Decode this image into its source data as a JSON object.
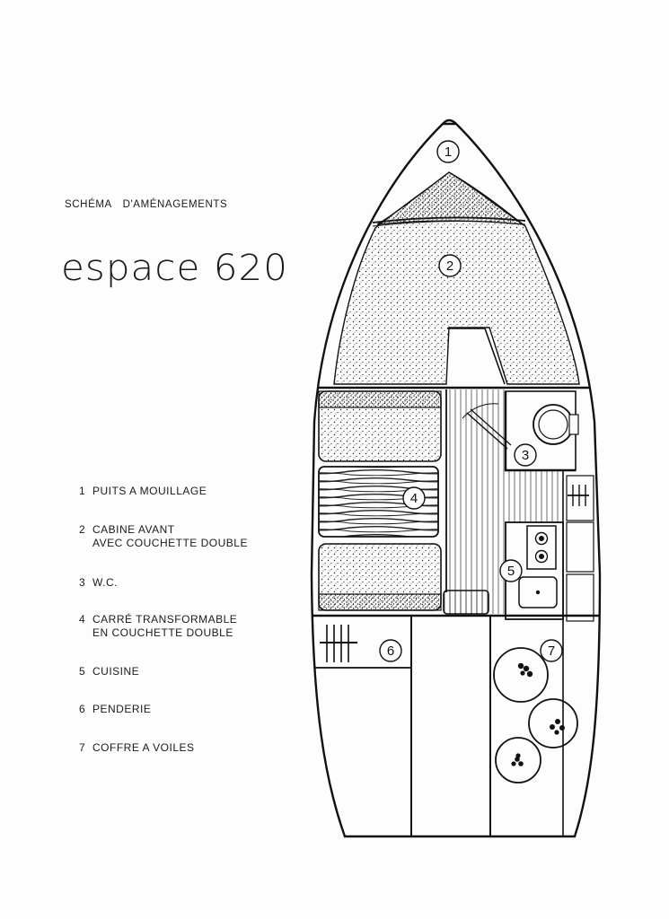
{
  "heading": {
    "word1": "SCHÉMA",
    "word2": "D'AMÉNAGEMENTS"
  },
  "brand": {
    "title": "espace 620"
  },
  "legend": [
    {
      "num": "1",
      "line1": "PUITS A MOUILLAGE",
      "line2": ""
    },
    {
      "num": "2",
      "line1": "CABINE AVANT",
      "line2": "AVEC COUCHETTE DOUBLE"
    },
    {
      "num": "3",
      "line1": "W.C.",
      "line2": ""
    },
    {
      "num": "4",
      "line1": "CARRÉ TRANSFORMABLE",
      "line2": "EN COUCHETTE DOUBLE"
    },
    {
      "num": "5",
      "line1": "CUISINE",
      "line2": ""
    },
    {
      "num": "6",
      "line1": "PENDERIE",
      "line2": ""
    },
    {
      "num": "7",
      "line1": "COFFRE A VOILES",
      "line2": ""
    }
  ],
  "markers": [
    "1",
    "2",
    "3",
    "4",
    "5",
    "6",
    "7"
  ]
}
